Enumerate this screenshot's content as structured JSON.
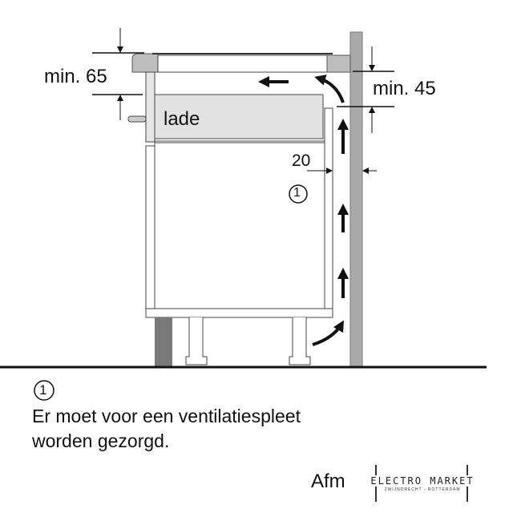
{
  "diagram": {
    "labels": {
      "min_top_left": "min. 65",
      "min_right": "min. 45",
      "gap": "20",
      "drawer": "lade",
      "marker": "1"
    }
  },
  "note": {
    "marker": "1",
    "line1": "Er moet voor een ventilatiespleet",
    "line2": "worden gezorgd."
  },
  "footer": {
    "partial_text": "Afm",
    "watermark": "ELECTRO MARKET",
    "watermark_sub": "ZWIJNDRECHT - ROTTERDAM"
  },
  "colors": {
    "wall": "#a9a9a9",
    "drawer": "#e2e2e2",
    "plinth": "#7a7a7a"
  }
}
